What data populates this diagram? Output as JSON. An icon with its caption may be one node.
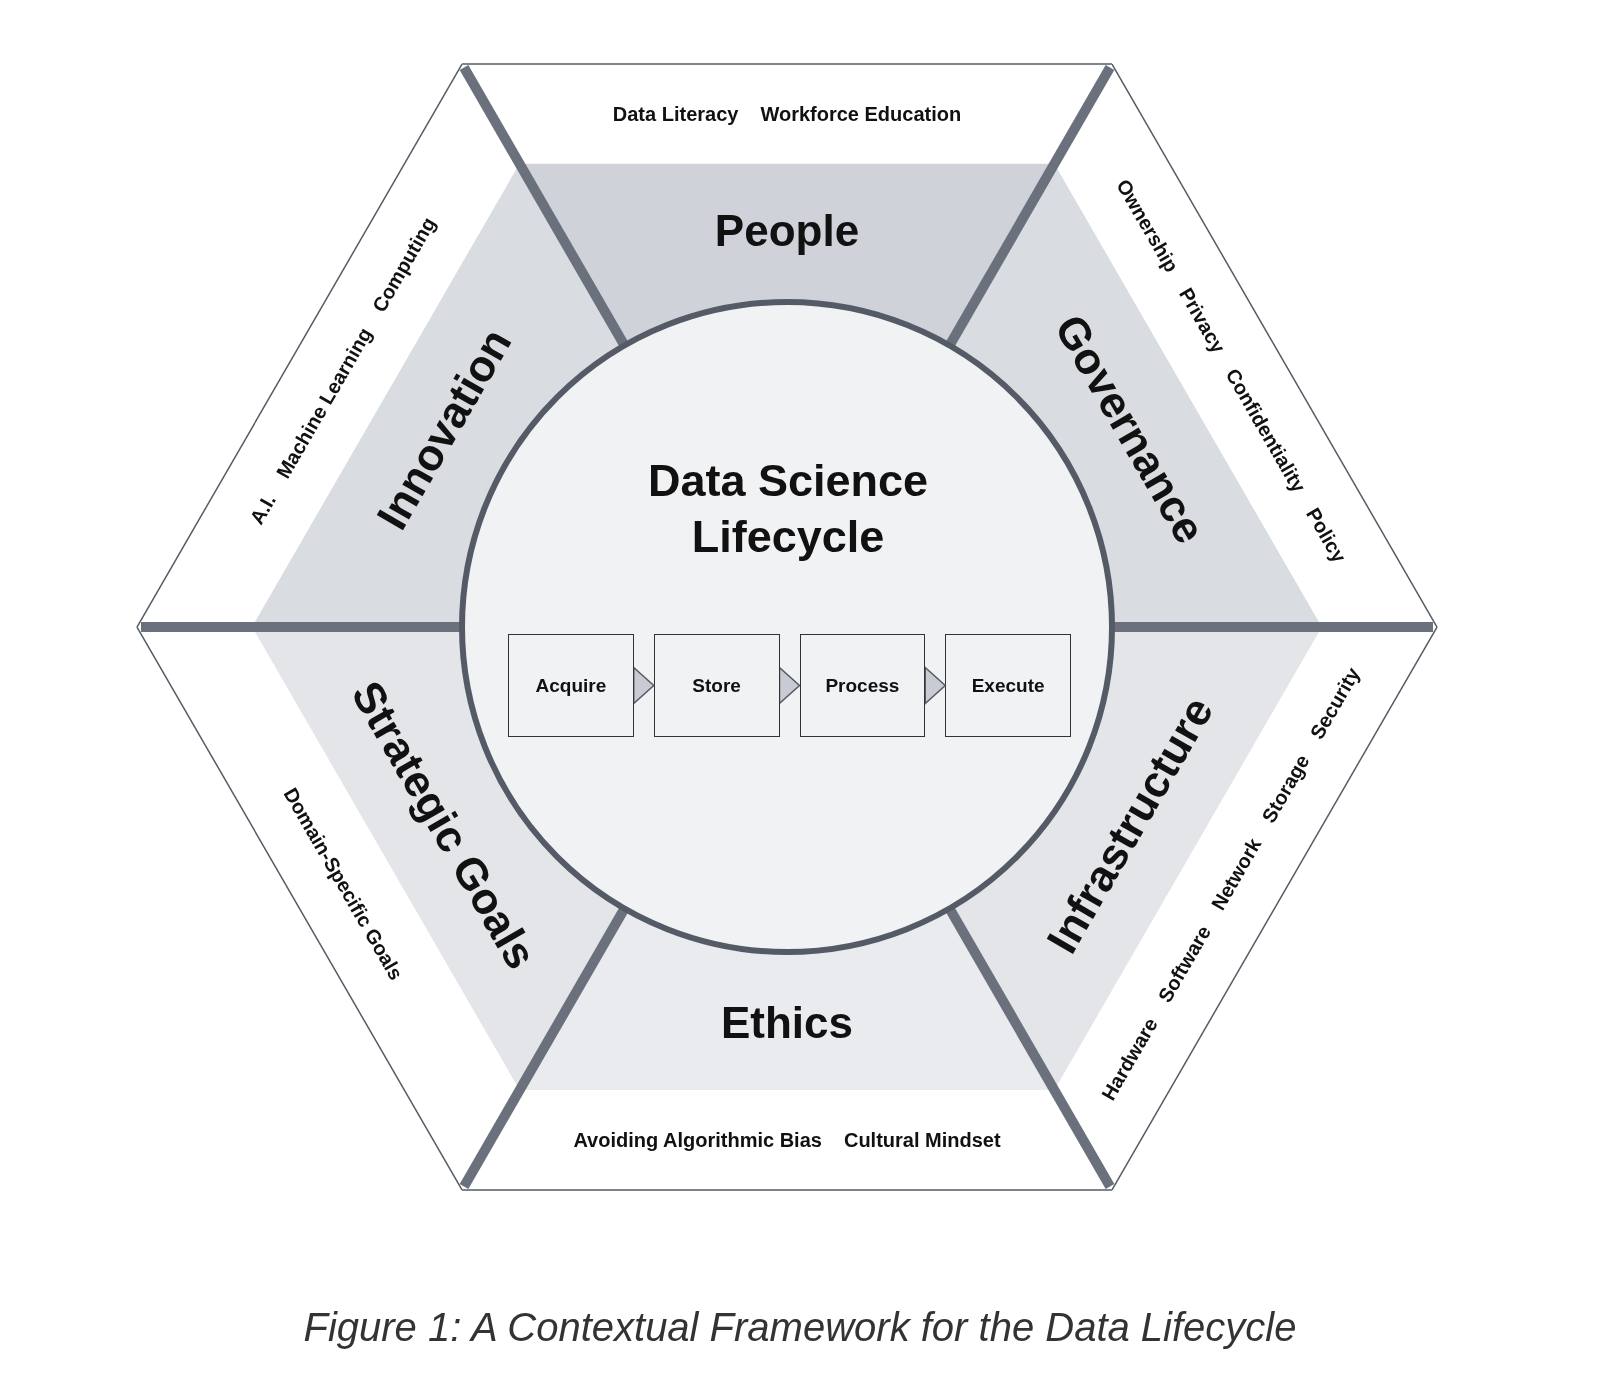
{
  "diagram": {
    "caption": "Figure 1: A Contextual Framework for the Data Lifecycle",
    "nodes": [
      {
        "text": [
          "Data Literacy",
          "Workforce Education"
        ]
      },
      {
        "text": [
          "People"
        ]
      },
      {
        "text": [
          "A.I.",
          "Machine Learning",
          "Computing"
        ]
      },
      {
        "text": [
          "Innovation"
        ]
      },
      {
        "text": [
          "Governance"
        ]
      },
      {
        "text": [
          "Ownership",
          "Privacy",
          "Confidentiality",
          "Policy"
        ]
      },
      {
        "text": [
          "Data Science Lifecycle"
        ]
      },
      {
        "text": [
          "Acquire"
        ],
        "in": 6
      },
      {
        "text": [
          "Store"
        ],
        "in": 6
      },
      {
        "text": [
          "Process"
        ],
        "in": 6
      },
      {
        "text": [
          "Execute"
        ],
        "in": 6
      },
      {
        "text": [
          "Strategic Goals"
        ]
      },
      {
        "text": [
          "Domain-Specific Goals"
        ]
      },
      {
        "text": [
          "Infrastructure"
        ]
      },
      {
        "text": [
          "Hardware",
          "Software",
          "Network",
          "Storage",
          "Security"
        ]
      },
      {
        "text": [
          "Ethics"
        ]
      },
      {
        "text": [
          "Avoiding Algorithmic Bias",
          "Cultural Mindset"
        ]
      }
    ],
    "edges": [
      {
        "from": 7,
        "to": 8,
        "arrow": "to"
      },
      {
        "from": 8,
        "to": 9,
        "arrow": "to"
      },
      {
        "from": 9,
        "to": 10,
        "arrow": "to"
      }
    ]
  }
}
